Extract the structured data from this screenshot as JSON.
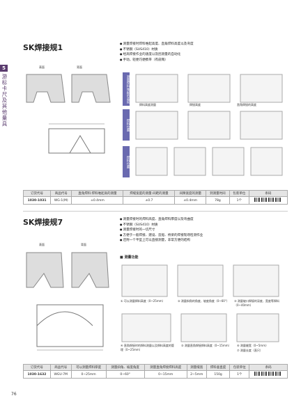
{
  "side": {
    "number": "5",
    "label": "游标卡尺及其他量具"
  },
  "product1": {
    "title": "SK焊接规1",
    "bullets": [
      "测量焊接时焊料堆起高度、直角焊料高度以及弯度",
      "不锈钢（SUS410）材质",
      "经高焊接作业的速度以及因测量的自动化",
      "手动，轻便巧便携带（有皮鞘）"
    ],
    "photo_labels": [
      "表面",
      "背面"
    ],
    "section_labels": [
      "测量焊料堆起的高度",
      "焊料位置"
    ],
    "fig_captions": [
      "焊料高度测量",
      "焊接高度",
      "直角焊接的高度"
    ],
    "table": {
      "headers": [
        "订货代号",
        "商品代号",
        "直角焊料·焊料堆起高的测量",
        "焊缝宽度的测量·间距的测量",
        "间隙宽度的测量",
        "到测量时间",
        "包装单位",
        "条码"
      ],
      "row": [
        "1030-1031",
        "WG-1(M)",
        "±0.4mm",
        "±0.7",
        "±0.4mm",
        "78g",
        "1个"
      ]
    }
  },
  "product2": {
    "title": "SK焊接规7",
    "bullets": [
      "测量焊接时的焊料高度、直角焊料厚度以及弯曲度",
      "不锈钢（SUS410）材质",
      "测量焊接时的一切尺寸",
      "方便于一般焊接、建设、造船、桥梁的焊接现场检测作业",
      "还附一个平型上可以直接测量，非常方便的结构"
    ],
    "photo_labels": [
      "表面",
      "背面"
    ],
    "measure_title": "测量功能",
    "captions": [
      "① 可以测量焊料高度（0~25mm）",
      "② 测量斜角的角度、坡度角度（0~60°）",
      "③ 测量坡口焊接的深度、宽度等焊料（0~40mm）",
      "④ 直角焊接时的焊料测量以及焊料高度的管理（0~25mm）",
      "⑤ 测量直角焊接焊料高度（0~15mm）",
      "⑥ 测量缝宽（0~5mm）",
      "⑦ 测量长度（直尺）"
    ],
    "table": {
      "headers": [
        "订货代号",
        "商品代号",
        "可以测量焊料厚度",
        "测量斜角、坡度角度",
        "测量直角焊接焊料高度",
        "测量缝宽",
        "焊料垂直度",
        "包装单位",
        "条码"
      ],
      "row": [
        "1030-1632",
        "WGU-7M",
        "0~25mm",
        "0~60°",
        "0~15mm",
        "2~5mm",
        "150g",
        "1个"
      ]
    }
  },
  "page_number": "76"
}
